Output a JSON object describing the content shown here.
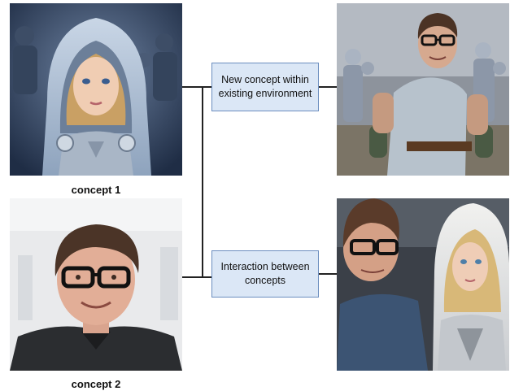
{
  "concept1": {
    "caption": "concept 1"
  },
  "concept2": {
    "caption": "concept 2"
  },
  "boxes": {
    "new_concept": "New concept within existing environment",
    "interaction": "Interaction between concepts"
  },
  "colors": {
    "box_fill": "#dbe7f6",
    "box_border": "#6c8ebf",
    "connector": "#222222"
  }
}
